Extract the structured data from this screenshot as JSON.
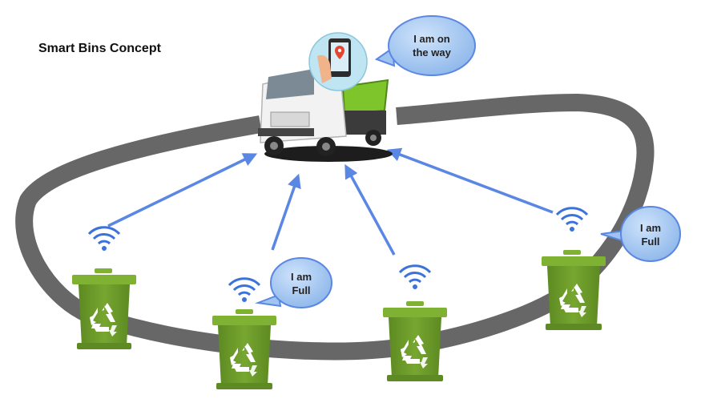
{
  "title": "Smart Bins Concept",
  "truck_bubble": {
    "line1": "I am on",
    "line2": "the way"
  },
  "bin_bubble_a": {
    "line1": "I am",
    "line2": "Full"
  },
  "bin_bubble_b": {
    "line1": "I am",
    "line2": "Full"
  },
  "colors": {
    "road": "#676767",
    "arrow": "#5a86e4",
    "bin_body": "#6f9a2a",
    "bin_lid": "#7fb232",
    "bubble": "#9fc4ef",
    "wifi": "#3b73db",
    "truck_bed": "#7dc52a"
  },
  "icons": [
    "recycle-icon",
    "wifi-icon",
    "map-pin-icon",
    "smartphone-icon",
    "speech-bubble-icon",
    "truck-icon",
    "trash-bin-icon"
  ]
}
